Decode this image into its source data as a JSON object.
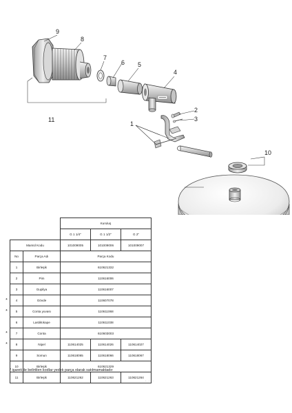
{
  "callouts": {
    "c1": "1",
    "c2": "2",
    "c3": "3",
    "c4": "4",
    "c5": "5",
    "c6": "6",
    "c7": "7",
    "c8": "8",
    "c9": "9",
    "c10": "10",
    "c11": "11"
  },
  "table": {
    "kuruluş_header": "Kuruluş",
    "sizes": [
      "G 1 1/4\"",
      "G 1 1/2\"",
      "G 2\""
    ],
    "mamul_kodu_label": "Mamül Kodu",
    "mamul_kodlari": [
      "101009005",
      "101009006",
      "101009007"
    ],
    "no_header": "No",
    "parca_adi_header": "Parça Adı",
    "parca_kodu_header": "Parça Kodu",
    "rows": [
      {
        "star": "",
        "no": "1",
        "name": "Birleşik",
        "codes": [
          "610621332"
        ]
      },
      {
        "star": "",
        "no": "2",
        "name": "Pim",
        "codes": [
          "110616006"
        ]
      },
      {
        "star": "",
        "no": "3",
        "name": "Gupilya",
        "codes": [
          "110616007"
        ]
      },
      {
        "star": "*",
        "no": "4",
        "name": "Gövde",
        "codes": [
          "110607078"
        ]
      },
      {
        "star": "*",
        "no": "5",
        "name": "Conta yuvası",
        "codes": [
          "110611068"
        ]
      },
      {
        "star": "",
        "no": "6",
        "name": "Lastiktıkape",
        "codes": [
          "110611038"
        ]
      },
      {
        "star": "*",
        "no": "7",
        "name": "Conta",
        "codes": [
          "610603003"
        ]
      },
      {
        "star": "*",
        "no": "8",
        "name": "Nipel",
        "codes": [
          "110614025",
          "110614026",
          "110614027"
        ]
      },
      {
        "star": "",
        "no": "9",
        "name": "Somun",
        "codes": [
          "110618065",
          "110618066",
          "110618067"
        ]
      },
      {
        "star": "",
        "no": "10",
        "name": "Birleşik",
        "codes": [
          "610621329"
        ]
      },
      {
        "star": "",
        "no": "11",
        "name": "Birleşik",
        "codes": [
          "110621262",
          "110621263",
          "110621264"
        ]
      }
    ]
  },
  "footnote": "* işareti ile belirtilen kodlar yedek parça olarak satılmamaktadır",
  "dots": "· · ·"
}
